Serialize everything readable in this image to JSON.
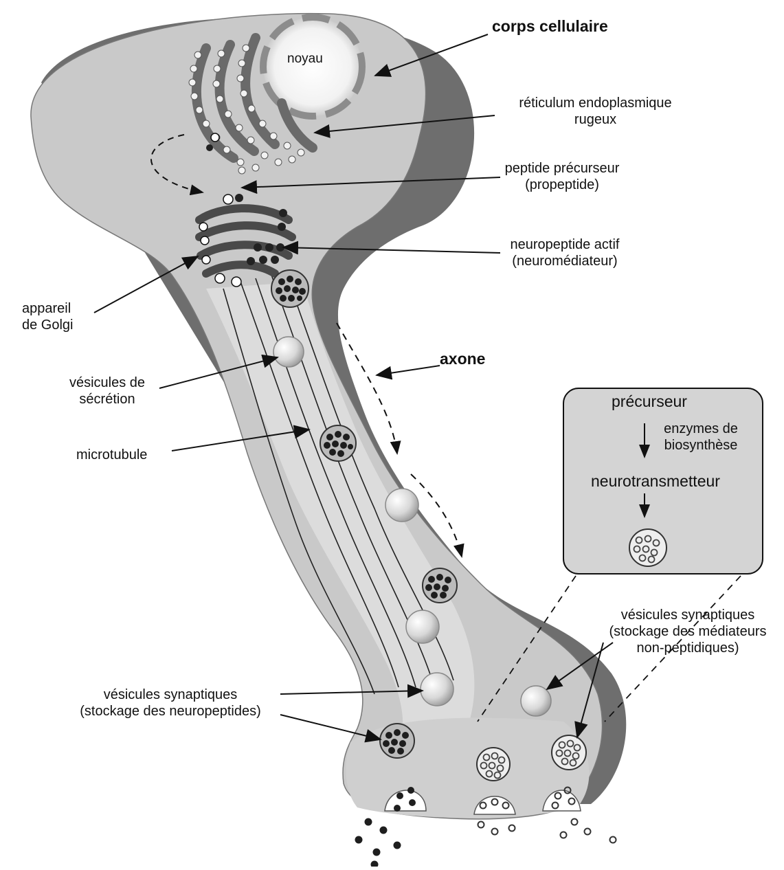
{
  "labels": {
    "corps_cellulaire": "corps cellulaire",
    "noyau": "noyau",
    "reticulum_l1": "réticulum endoplasmique",
    "reticulum_l2": "rugeux",
    "peptide_l1": "peptide précurseur",
    "peptide_l2": "(propeptide)",
    "neuropeptide_l1": "neuropeptide actif",
    "neuropeptide_l2": "(neuromédiateur)",
    "golgi_l1": "appareil",
    "golgi_l2": "de Golgi",
    "axone": "axone",
    "vesicules_secretion_l1": "vésicules de",
    "vesicules_secretion_l2": "sécrétion",
    "microtubule": "microtubule",
    "vesicules_synaptiques_np_l1": "vésicules synaptiques",
    "vesicules_synaptiques_np_l2": "(stockage des médiateurs",
    "vesicules_synaptiques_np_l3": "non-peptidiques)",
    "vesicules_synaptiques_p_l1": "vésicules synaptiques",
    "vesicules_synaptiques_p_l2": "(stockage des neuropeptides)"
  },
  "inset": {
    "precurseur": "précurseur",
    "enzymes_l1": "enzymes de",
    "enzymes_l2": "biosynthèse",
    "neurotransmetteur": "neurotransmetteur"
  },
  "colors": {
    "cell_fill": "#c9c9c9",
    "cell_shadow": "#6e6e6e",
    "axon_fill": "#dcdcdc",
    "inset_fill": "#d4d4d4",
    "dark_granule": "#222222"
  }
}
